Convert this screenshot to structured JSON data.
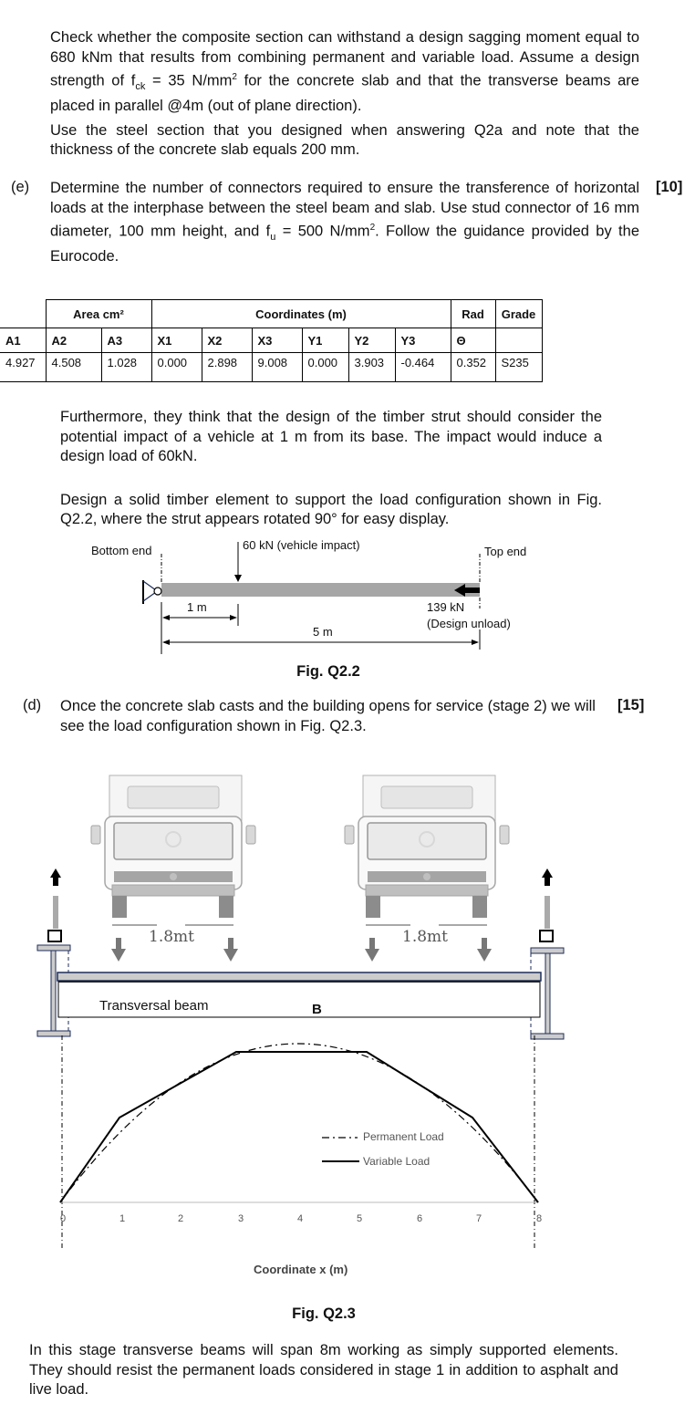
{
  "section_c": {
    "paragraph1": "Check whether the composite section can withstand a design sagging moment equal to 680 kNm that results from combining permanent and variable load. Assume a design strength of f",
    "fck_sub": "ck",
    "paragraph1_cont": " = 35 N/mm",
    "sup2": "2",
    "paragraph1_end": " for the concrete slab and that the transverse beams are placed in parallel @4m (out of plane direction).",
    "paragraph2": "Use the steel section that you designed when answering Q2a and note that the thickness of the concrete slab equals 200 mm."
  },
  "section_e": {
    "label": "(e)",
    "marks": "[10]",
    "text_a": "Determine the number of connectors required to ensure the transference of horizontal loads at the interphase between the steel beam and slab. Use stud connector of 16 mm diameter, 100 mm height, and f",
    "fu_sub": "u",
    "text_b": " = 500 N/mm",
    "sup2": "2",
    "text_c": ". Follow the guidance provided by the Eurocode."
  },
  "table": {
    "group_headers": [
      "Area cm²",
      "Coordinates (m)",
      "Rad",
      "Grade"
    ],
    "columns": [
      "A1",
      "A2",
      "A3",
      "X1",
      "X2",
      "X3",
      "Y1",
      "Y2",
      "Y3",
      "Θ",
      ""
    ],
    "values": [
      "4.927",
      "4.508",
      "1.028",
      "0.000",
      "2.898",
      "9.008",
      "0.000",
      "3.903",
      "-0.464",
      "0.352",
      "S235"
    ]
  },
  "timber": {
    "paragraph1": "Furthermore, they think that the design of the timber strut should consider the potential impact of a vehicle at 1 m from its base. The impact would induce a design load of 60kN.",
    "paragraph2": "Design a solid timber element to support the load configuration shown in Fig. Q2.2, where the strut appears rotated 90° for easy display."
  },
  "fig_q22": {
    "bottom_end": "Bottom end",
    "top_end": "Top end",
    "impact_load": "60 kN (vehicle impact)",
    "axial_load": "139 kN",
    "axial_note": "(Design unload)",
    "dim_1m": "1 m",
    "dim_5m": "5 m",
    "caption": "Fig. Q2.2"
  },
  "section_d": {
    "label": "(d)",
    "marks": "[15]",
    "text": "Once the concrete slab casts and the building opens for service (stage 2) we will see the load configuration shown in Fig. Q2.3."
  },
  "fig_q23": {
    "truck_spacing_left": "1.8mt",
    "truck_spacing_right": "1.8mt",
    "beam_label": "Transversal beam",
    "point_label": "B",
    "caption": "Fig. Q2.3"
  },
  "chart_data": {
    "type": "line",
    "title": "",
    "xlabel": "Coordinate x (m)",
    "ylabel": "",
    "x_ticks": [
      0,
      1,
      2,
      3,
      4,
      5,
      6,
      7,
      8
    ],
    "xlim": [
      0,
      8
    ],
    "grid": false,
    "legend_position": "right-center",
    "series": [
      {
        "name": "Permanent Load",
        "style": "dash-dot",
        "x": [
          0,
          1,
          2,
          3,
          4,
          5,
          6,
          7,
          8
        ],
        "y_relative": [
          0,
          0.44,
          0.75,
          0.94,
          1.0,
          0.94,
          0.75,
          0.44,
          0
        ]
      },
      {
        "name": "Variable Load",
        "style": "solid",
        "x": [
          0,
          1.1,
          2.9,
          5.1,
          6.9,
          8
        ],
        "y_relative": [
          0,
          0.55,
          1.0,
          1.0,
          0.55,
          0
        ]
      }
    ],
    "note": "Moment diagram shape only; no y-axis values shown"
  },
  "stage2": {
    "text": "In this stage transverse beams will span 8m working as simply supported elements. They should resist the permanent loads considered in stage 1 in addition to asphalt and live load."
  }
}
